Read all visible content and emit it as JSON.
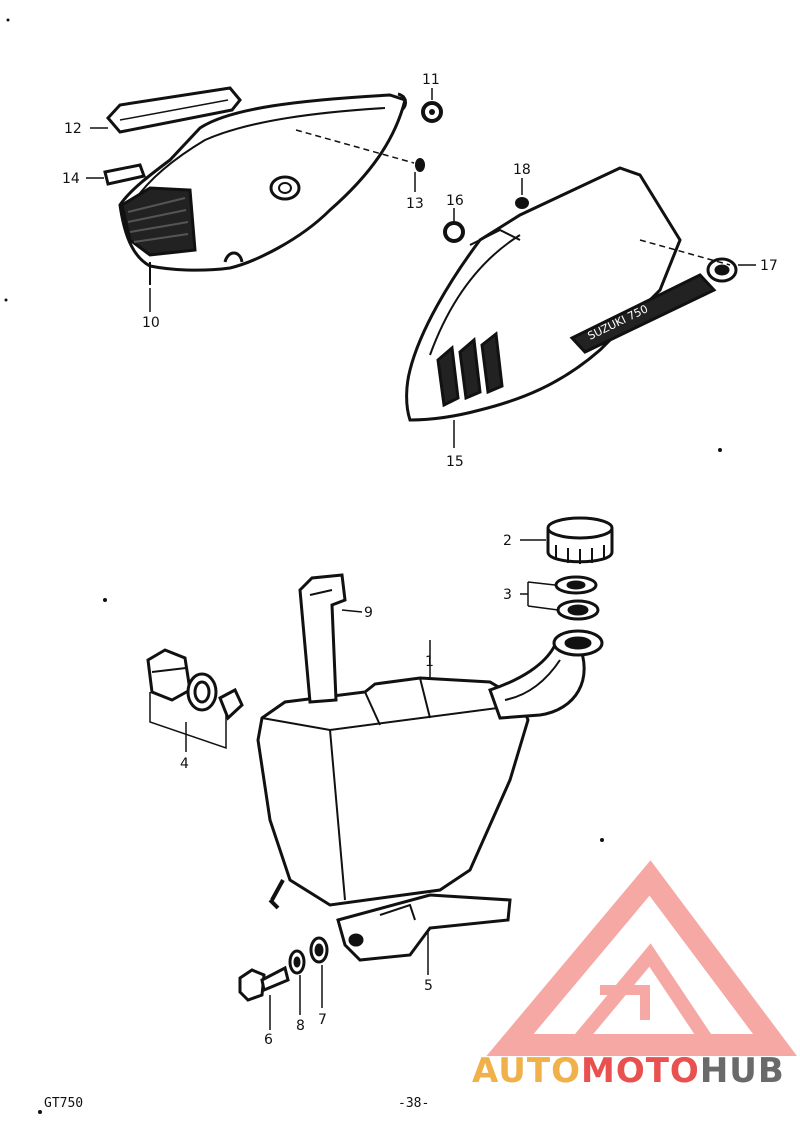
{
  "callouts": {
    "c1": "1",
    "c2": "2",
    "c3": "3",
    "c4": "4",
    "c5": "5",
    "c6": "6",
    "c7": "7",
    "c8": "8",
    "c9": "9",
    "c10": "10",
    "c11": "11",
    "c12": "12",
    "c13": "13",
    "c14": "14",
    "c15": "15",
    "c16": "16",
    "c17": "17",
    "c18": "18"
  },
  "footer": {
    "model": "GT750",
    "page": "-38-"
  },
  "watermark": {
    "part1": "AUTO",
    "part2": "MOTO",
    "part3": "HUB",
    "colors": {
      "auto": "#f0b04a",
      "moto": "#e8514f",
      "hub": "#6a6a6a",
      "logo": "#f28b86"
    }
  },
  "panel_badge": {
    "text": "SUZUKI 750"
  }
}
